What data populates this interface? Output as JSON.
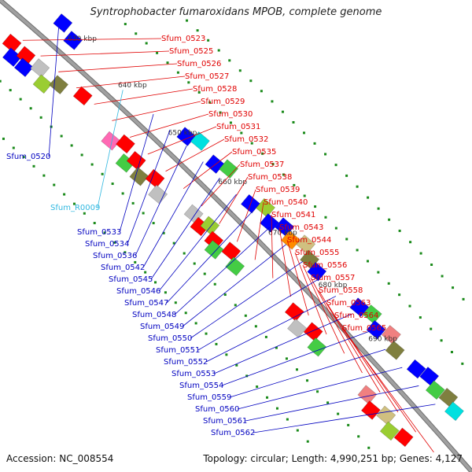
{
  "title": "Syntrophobacter fumaroxidans MPOB, complete genome",
  "footer": {
    "accession": "Accession: NC_008554",
    "topology": "Topology: circular; Length: 4,990,251 bp; Genes: 4,127"
  },
  "colors": {
    "forward_label": "#e00000",
    "reverse_label": "#0000c0",
    "rna_label": "#30b8e0",
    "backbone": "#a0a0a0",
    "tick_dots": "#1a8a1a"
  },
  "scale_labels": [
    "630 kbp",
    "640 kbp",
    "650 kbp",
    "660 kbp",
    "670 kbp",
    "680 kbp",
    "690 kbp"
  ],
  "forward_labels": [
    "Sfum_0523",
    "Sfum_0525",
    "Sfum_0526",
    "Sfum_0527",
    "Sfum_0528",
    "Sfum_0529",
    "Sfum_0530",
    "Sfum_0531",
    "Sfum_0532",
    "Sfum_0535",
    "Sfum_0537",
    "Sfum_0538",
    "Sfum_0539",
    "Sfum_0540",
    "Sfum_0541",
    "Sfum_0543",
    "Sfum_0544",
    "Sfum_0555",
    "Sfum_0556",
    "Sfum_0557",
    "Sfum_0558",
    "Sfum_0563",
    "Sfum_0564",
    "Sfum_0565"
  ],
  "reverse_labels": [
    "Sfum_0520",
    "Sfum_0533",
    "Sfum_0534",
    "Sfum_0536",
    "Sfum_0542",
    "Sfum_0545",
    "Sfum_0546",
    "Sfum_0547",
    "Sfum_0548",
    "Sfum_0549",
    "Sfum_0550",
    "Sfum_0551",
    "Sfum_0552",
    "Sfum_0553",
    "Sfum_0554",
    "Sfum_0559",
    "Sfum_0560",
    "Sfum_0561",
    "Sfum_0562"
  ],
  "rna_labels": [
    "Sfum_R0009"
  ]
}
